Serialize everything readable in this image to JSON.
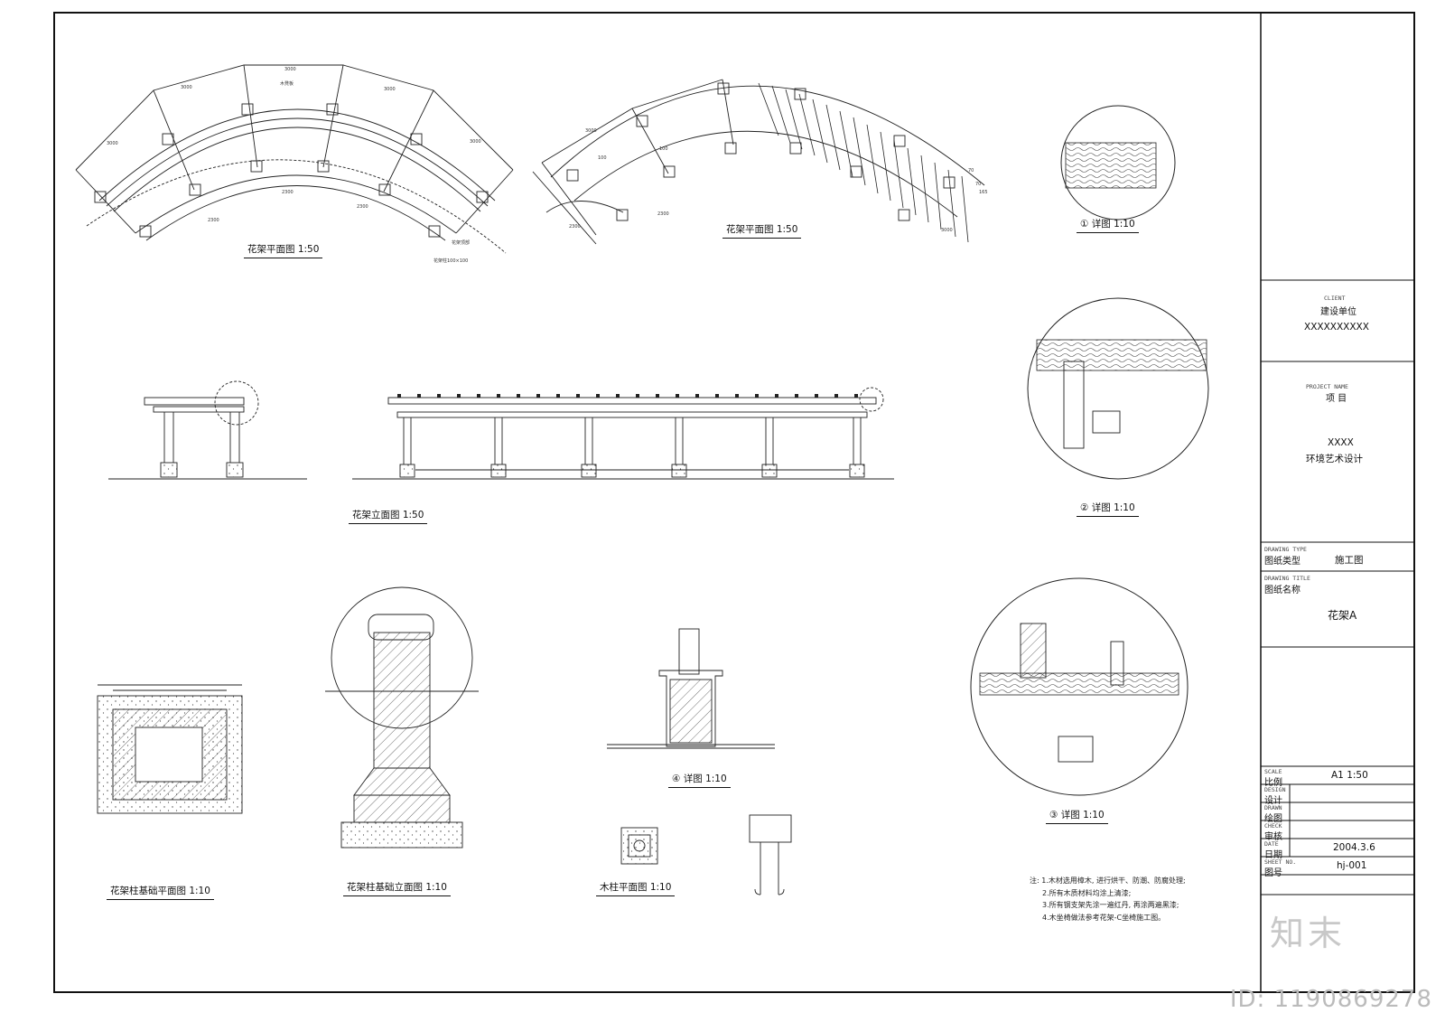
{
  "drawings": {
    "plan1_title": "花架平面图 1:50",
    "plan2_title": "花架平面图 1:50",
    "elev_title": "花架立面图 1:50",
    "detail1_title": "① 详图 1:10",
    "detail2_title": "② 详图 1:10",
    "detail3_title": "③ 详图 1:10",
    "detail4_title": "④ 详图 1:10",
    "found_plan_title": "花架柱基础平面图 1:10",
    "found_elev_title": "花架柱基础立面图 1:10",
    "post_plan_title": "木柱平面图 1:10"
  },
  "notes": [
    "注: 1.木材选用樟木, 进行烘干、防潮、防腐处理;",
    "2.所有木质材料均涂上清漆;",
    "3.所有钢支架先涂一遍红丹, 再涂两遍黑漆;",
    "4.木坐椅做法参考花架-C坐椅施工图。"
  ],
  "title_block": {
    "client_en": "CLIENT",
    "client_cn": "建设单位",
    "client_val": "XXXXXXXXXX",
    "project_en": "PROJECT NAME",
    "project_cn": "项 目",
    "project_val1": "XXXX",
    "project_val2": "环境艺术设计",
    "type_en": "DRAWING TYPE",
    "type_cn": "图纸类型",
    "type_val": "施工图",
    "title_en": "DRAWING TITLE",
    "title_cn": "图纸名称",
    "title_val": "花架A",
    "scale_en": "SCALE",
    "scale_cn": "比例",
    "scale_val": "A1 1:50",
    "design_en": "DESIGN",
    "design_cn": "设计",
    "drawn_en": "DRAWN",
    "drawn_cn": "绘图",
    "check_en": "CHECK",
    "check_cn": "审核",
    "date_en": "DATE",
    "date_cn": "日期",
    "date_val": "2004.3.6",
    "no_en": "SHEET NO.",
    "no_cn": "图号",
    "no_val": "hj-001"
  },
  "watermark": {
    "logo": "知末",
    "id": "ID: 1190869278"
  }
}
